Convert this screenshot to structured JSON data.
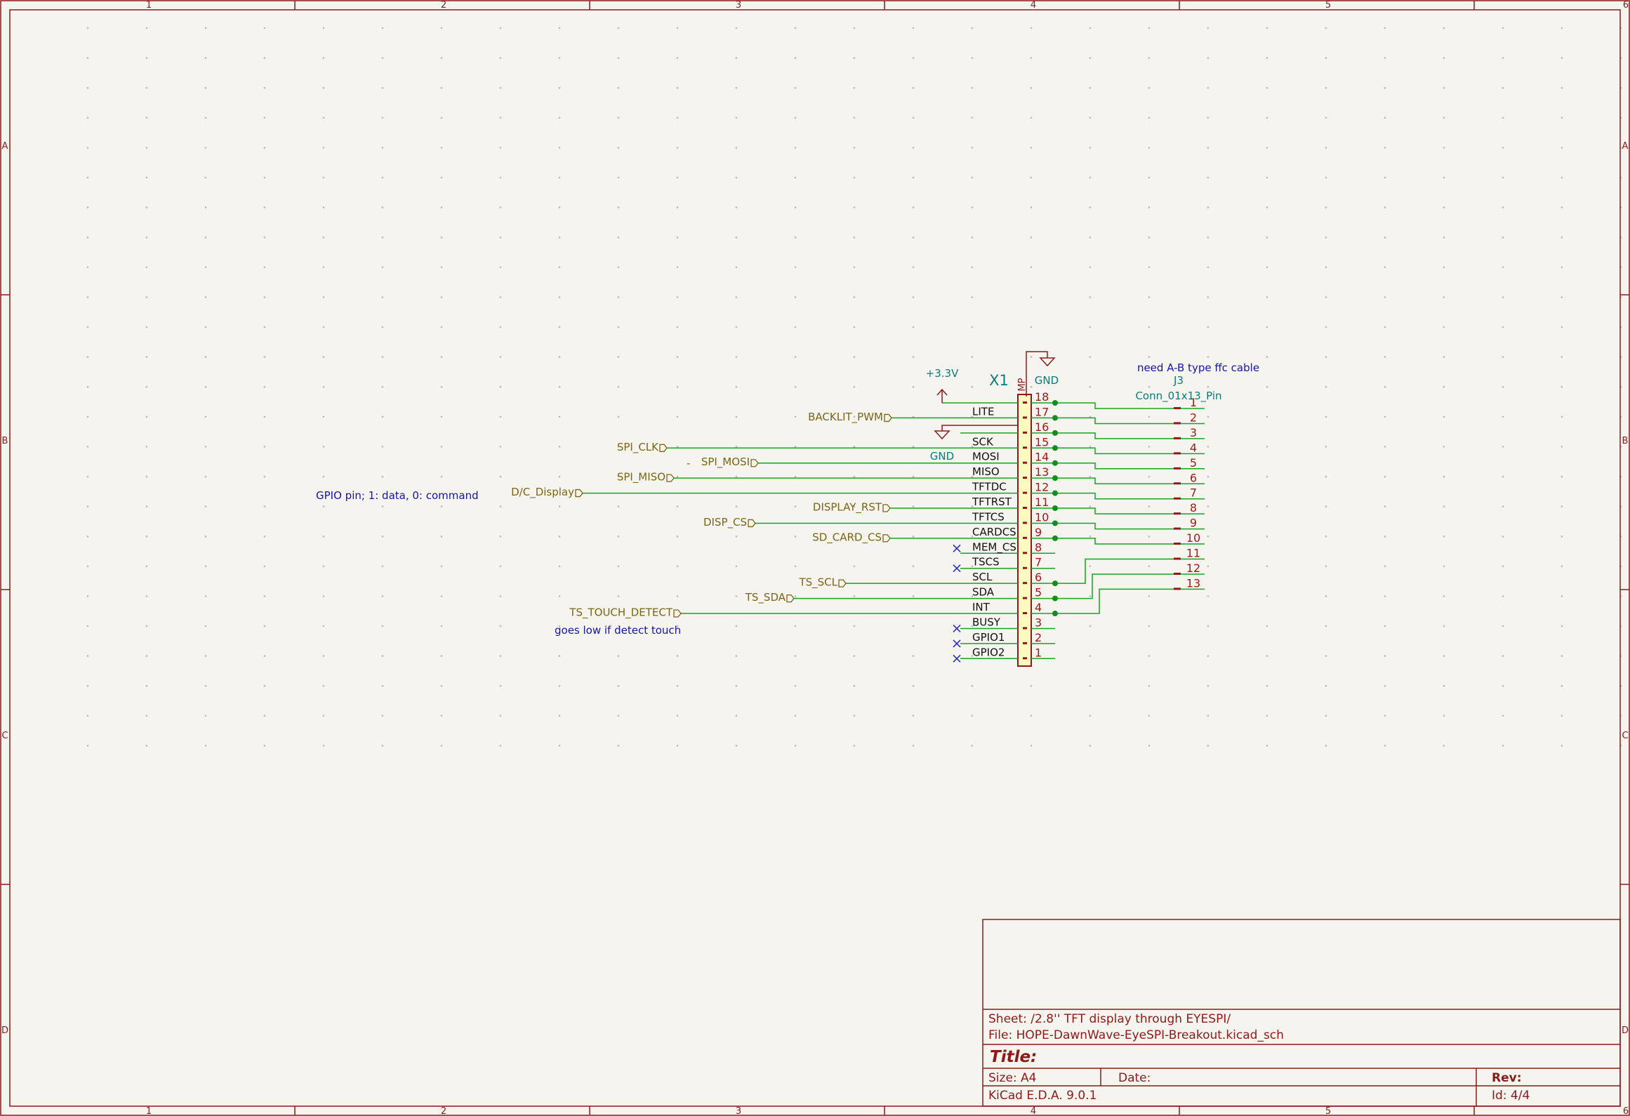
{
  "colors": {
    "background": "#f5f4ef",
    "border": "#8c1a1a",
    "wire": "#13a61f",
    "junction": "#128c1a",
    "label": "#7a6517",
    "pin_name": "#111111",
    "pin_number": "#a31a1a",
    "ref_text": "#0c7a7a",
    "note_text": "#1414a8",
    "symbol_fill": "#fbfbc0",
    "no_connect": "#2b2bc8"
  },
  "frame": {
    "columns": [
      "1",
      "2",
      "3",
      "4",
      "5",
      "6"
    ],
    "rows": [
      "A",
      "B",
      "C",
      "D"
    ]
  },
  "notes": {
    "cable": "need A-B type ffc cable",
    "dc_pin": "GPIO pin; 1: data, 0: command",
    "touch": "goes low if detect touch"
  },
  "power": {
    "v33": "+3.3V",
    "gnd_top": "GND",
    "gnd_left": "GND"
  },
  "x1": {
    "ref": "X1",
    "mp_label": "MP",
    "pins": [
      {
        "number": "18",
        "name": ""
      },
      {
        "number": "17",
        "name": "LITE"
      },
      {
        "number": "16",
        "name": ""
      },
      {
        "number": "15",
        "name": "SCK"
      },
      {
        "number": "14",
        "name": "MOSI"
      },
      {
        "number": "13",
        "name": "MISO"
      },
      {
        "number": "12",
        "name": "TFTDC"
      },
      {
        "number": "11",
        "name": "TFTRST"
      },
      {
        "number": "10",
        "name": "TFTCS"
      },
      {
        "number": "9",
        "name": "CARDCS"
      },
      {
        "number": "8",
        "name": "MEM_CS"
      },
      {
        "number": "7",
        "name": "TSCS"
      },
      {
        "number": "6",
        "name": "SCL"
      },
      {
        "number": "5",
        "name": "SDA"
      },
      {
        "number": "4",
        "name": "INT"
      },
      {
        "number": "3",
        "name": "BUSY"
      },
      {
        "number": "2",
        "name": "GPIO1"
      },
      {
        "number": "1",
        "name": "GPIO2"
      }
    ]
  },
  "j3": {
    "ref": "J3",
    "value": "Conn_01x13_Pin",
    "pins": [
      "1",
      "2",
      "3",
      "4",
      "5",
      "6",
      "7",
      "8",
      "9",
      "10",
      "11",
      "12",
      "13"
    ]
  },
  "net_labels": [
    {
      "text": "BACKLIT_PWM",
      "pin": "17"
    },
    {
      "text": "SPI_CLK",
      "pin": "15"
    },
    {
      "text": "SPI_MOSI",
      "pin": "14"
    },
    {
      "text": "SPI_MISO",
      "pin": "13"
    },
    {
      "text": "D/C_Display",
      "pin": "12"
    },
    {
      "text": "DISPLAY_RST",
      "pin": "11"
    },
    {
      "text": "DISP_CS",
      "pin": "10"
    },
    {
      "text": "SD_CARD_CS",
      "pin": "9"
    },
    {
      "text": "TS_SCL",
      "pin": "6"
    },
    {
      "text": "TS_SDA",
      "pin": "5"
    },
    {
      "text": "TS_TOUCH_DETECT",
      "pin": "4"
    }
  ],
  "mosi_dash": "-",
  "title_block": {
    "sheet": "Sheet: /2.8'' TFT display through EYESPI/",
    "file": "File: HOPE-DawnWave-EyeSPI-Breakout.kicad_sch",
    "title": "Title:",
    "size": "Size: A4",
    "date": "Date:",
    "rev": "Rev:",
    "tool": "KiCad E.D.A. 9.0.1",
    "id": "Id: 4/4"
  }
}
